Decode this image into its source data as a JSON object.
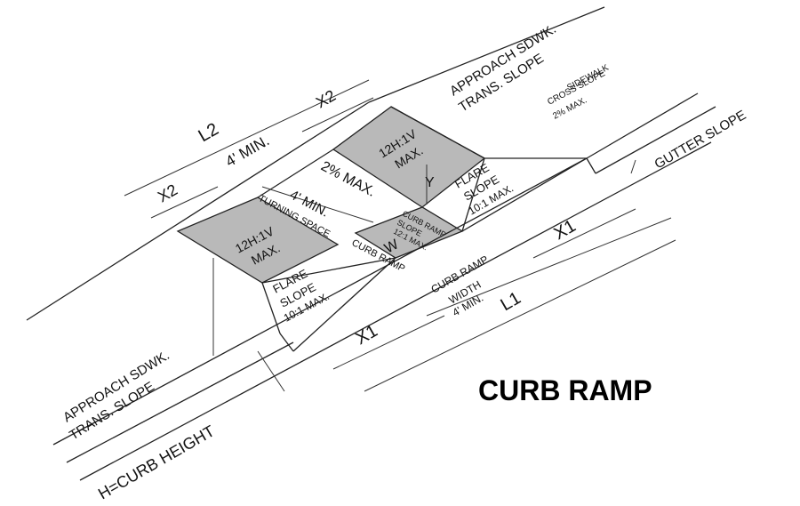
{
  "title": "CURB RAMP",
  "labels": {
    "approach_top_1": "APPROACH SDWK.",
    "approach_top_2": "TRANS. SLOPE",
    "sidewalk_cross_1": "SIDEWALK",
    "sidewalk_cross_2": "CROSS SLOPE",
    "sidewalk_cross_3": "2% MAX.",
    "gutter_slope": "GUTTER SLOPE",
    "l2": "L2",
    "x2_top": "X2",
    "x2_left": "X2",
    "four_min_top": "4' MIN.",
    "twelve_top_1": "12H:1V",
    "twelve_top_2": "MAX.",
    "two_pct": "2%  MAX.",
    "y": "Y",
    "flare_right_1": "FLARE",
    "flare_right_2": "SLOPE",
    "flare_right_3": "10:1 MAX.",
    "four_min_turn": "4' MIN.",
    "turning_space": "TURNING SPACE",
    "curb_ramp_slope_1": "CURB RAMP",
    "curb_ramp_slope_2": "SLOPE",
    "curb_ramp_slope_3": "12:1 MAX.",
    "w": "W",
    "curb_ramp_small": "CURB  RAMP",
    "twelve_left_1": "12H:1V",
    "twelve_left_2": "MAX.",
    "flare_left_1": "FLARE",
    "flare_left_2": "SLOPE",
    "flare_left_3": "10:1 MAX.",
    "x1_right": "X1",
    "crw_1": "CURB RAMP",
    "crw_2": "WIDTH",
    "crw_3": "4' MIN.",
    "l1": "L1",
    "x1_left": "X1",
    "approach_bot_1": "APPROACH SDWK.",
    "approach_bot_2": "TRANS. SLOPE",
    "curb_height": "H=CURB  HEIGHT"
  }
}
